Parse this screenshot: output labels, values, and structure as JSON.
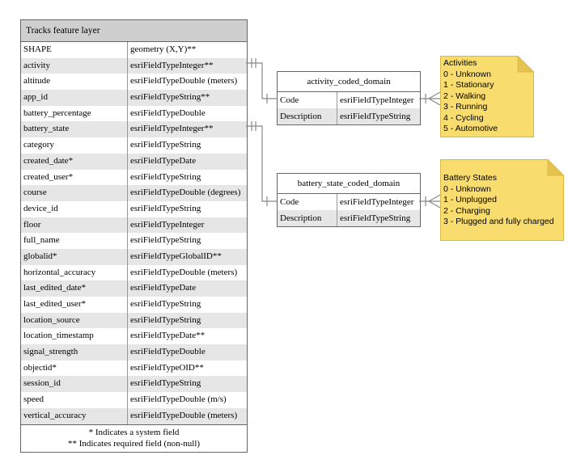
{
  "main_table": {
    "title": "Tracks feature layer",
    "rows": [
      {
        "name": "SHAPE",
        "type": "geometry (X,Y)**"
      },
      {
        "name": "activity",
        "type": "esriFieldTypeInteger**"
      },
      {
        "name": "altitude",
        "type": "esriFieldTypeDouble (meters)"
      },
      {
        "name": "app_id",
        "type": "esriFieldTypeString**"
      },
      {
        "name": "battery_percentage",
        "type": "esriFieldTypeDouble"
      },
      {
        "name": "battery_state",
        "type": "esriFieldTypeInteger**"
      },
      {
        "name": "category",
        "type": "esriFieldTypeString"
      },
      {
        "name": "created_date*",
        "type": "esriFieldTypeDate"
      },
      {
        "name": "created_user*",
        "type": "esriFieldTypeString"
      },
      {
        "name": "course",
        "type": "esriFieldTypeDouble (degrees)"
      },
      {
        "name": "device_id",
        "type": "esriFieldTypeString"
      },
      {
        "name": "floor",
        "type": "esriFieldTypeInteger"
      },
      {
        "name": "full_name",
        "type": "esriFieldTypeString"
      },
      {
        "name": "globalid*",
        "type": "esriFieldTypeGlobalID**"
      },
      {
        "name": "horizontal_accuracy",
        "type": "esriFieldTypeDouble (meters)"
      },
      {
        "name": "last_edited_date*",
        "type": "esriFieldTypeDate"
      },
      {
        "name": "last_edited_user*",
        "type": "esriFieldTypeString"
      },
      {
        "name": "location_source",
        "type": "esriFieldTypeString"
      },
      {
        "name": "location_timestamp",
        "type": "esriFieldTypeDate**"
      },
      {
        "name": "signal_strength",
        "type": "esriFieldTypeDouble"
      },
      {
        "name": "objectid*",
        "type": "esriFieldTypeOID**"
      },
      {
        "name": "session_id",
        "type": "esriFieldTypeString"
      },
      {
        "name": "speed",
        "type": "esriFieldTypeDouble (m/s)"
      },
      {
        "name": "vertical_accuracy",
        "type": "esriFieldTypeDouble (meters)"
      }
    ],
    "footer_line1": "* Indicates a system field",
    "footer_line2": "** Indicates required field (non-null)"
  },
  "activity_domain": {
    "title": "activity_coded_domain",
    "rows": [
      {
        "name": "Code",
        "type": "esriFieldTypeInteger"
      },
      {
        "name": "Description",
        "type": "esriFieldTypeString"
      }
    ]
  },
  "battery_domain": {
    "title": "battery_state_coded_domain",
    "rows": [
      {
        "name": "Code",
        "type": "esriFieldTypeInteger"
      },
      {
        "name": "Description",
        "type": "esriFieldTypeString"
      }
    ]
  },
  "activities_note": {
    "title": "Activities",
    "lines": [
      "0 - Unknown",
      "1 - Stationary",
      "2 - Walking",
      "3 - Running",
      "4 - Cycling",
      "5 - Automotive"
    ]
  },
  "battery_note": {
    "title": "Battery States",
    "lines": [
      "0 - Unknown",
      "1 - Unplugged",
      "2 - Charging",
      "3 - Plugged and fully charged"
    ]
  },
  "colors": {
    "note_fill": "#f9dc6e",
    "note_fold": "#e6c24f",
    "header_fill": "#cfcfcf",
    "row_shade": "#e6e6e6",
    "connector": "#888888"
  }
}
